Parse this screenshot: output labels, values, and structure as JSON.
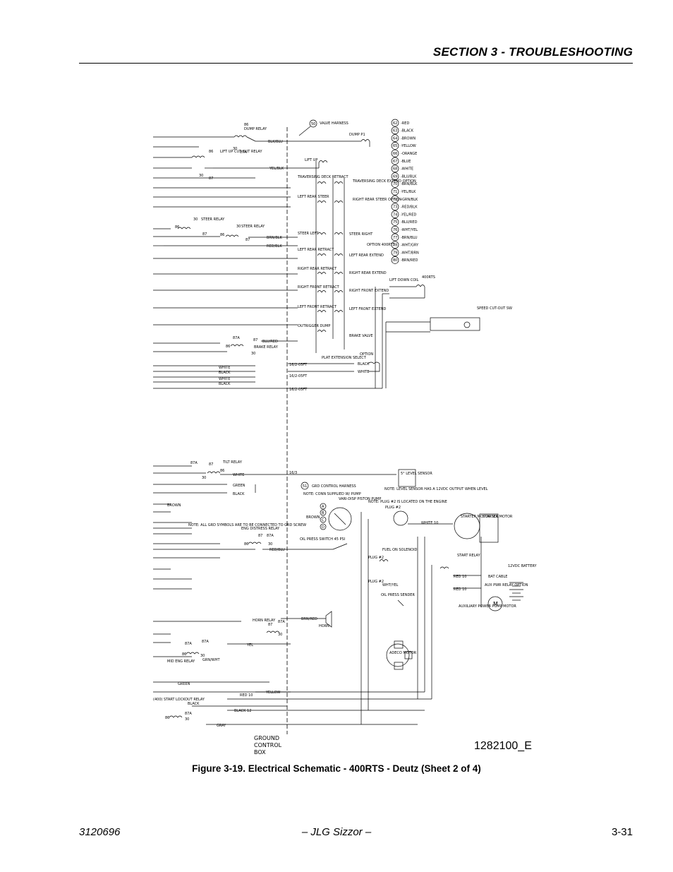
{
  "header": {
    "section_title": "SECTION 3 - TROUBLESHOOTING"
  },
  "schematic": {
    "drawing_number": "1282100_E",
    "ground_control_box": [
      "GROUND",
      "CONTROL",
      "BOX"
    ],
    "valve_harness": "VALVE HARNESS",
    "grd_control_harness": "GRD CONTROL HARNESS",
    "harness_50": "50",
    "harness_51": "51",
    "wire_numbers": [
      "62",
      "63",
      "64",
      "65",
      "66",
      "67",
      "68",
      "69",
      "70",
      "71",
      "72",
      "73",
      "74",
      "75",
      "76",
      "77",
      "78",
      "79",
      "80"
    ],
    "wire_colors": [
      "RED",
      "BLACK",
      "BROWN",
      "YELLOW",
      "ORANGE",
      "BLUE",
      "WHITE",
      "BLU/BLK",
      "BRN/BLK",
      "YEL/BLK",
      "GRN/BLK",
      "RED/BLK",
      "YEL/RED",
      "BLU/RED",
      "WHT/YEL",
      "BRN/BLU",
      "WHT/GRY",
      "WHT/BRN",
      "BRN/RED"
    ],
    "labels": {
      "dump_relay": "DUMP RELAY",
      "dump_p1": "DUMP P1",
      "lift_up_cutout_relay": "LIFT UP CUT-OUT RELAY",
      "lift_up": "LIFT UP",
      "traversing_deck_retract": "TRAVERSING DECK RETRACT",
      "traversing_deck_extend": "TRAVERSING DECK EXTEND OPTION",
      "left_rear_steer": "LEFT REAR STEER",
      "right_rear_steer": "RIGHT REAR STEER OPTION",
      "steer_relay_a": "STEER RELAY",
      "steer_relay_b": "STEER RELAY",
      "steer_left": "STEER LEFT",
      "steer_right": "STEER RIGHT",
      "option_400rts": "OPTION 400RTS",
      "left_rear_retract": "LEFT REAR RETRACT",
      "left_rear_extend": "LEFT REAR EXTEND",
      "right_rear_retract": "RIGHT REAR RETRACT",
      "right_rear_extend": "RIGHT REAR EXTEND",
      "right_front_retract": "RIGHT FRONT RETRACT",
      "right_front_extend": "RIGHT FRONT EXTEND",
      "left_front_retract": "LEFT FRONT RETRACT",
      "left_front_extend": "LEFT FRONT EXTEND",
      "outrigger_dump": "OUTRIGGER DUMP",
      "brake_valve": "BRAKE VALVE",
      "brake_relay": "BRAKE RELAY",
      "lift_down_coil": "LIFT DOWN COIL",
      "rts_400": "400RTS",
      "speed_cutout_sw": "SPEED CUT-OUT SW",
      "plat_extension_select": "PLAT EXTENSION SELECT",
      "option": "OPTION",
      "cable_1": "16/2-05FT",
      "cable_2": "16/2-05FT",
      "cable_3": "16/2-05FT",
      "tilt_relay": "TILT RELAY",
      "level_sensor": "5° LEVEL SENSOR",
      "cable_16_3": "16/3",
      "note_level_sensor": "NOTE: LEVEL SENSOR HAS A 12VDC OUTPUT WHEN LEVEL",
      "note_plug": "NOTE: PLUG #2 IS LOCATED ON THE ENGINE",
      "note_conn": "NOTE: CONN SUPPLIED W/ PUMP",
      "vari_disp": "VARI-DISP PISTON PUMP",
      "note_grd": "NOTE: ALL GRD SYMBOLS ARE TO BE CONNECTED TO GRD SCREW",
      "eng_distress_relay": "ENG DISTRESS RELAY",
      "oil_press_switch": "OIL PRESS SWITCH 45 PSI",
      "fuel_on_solenoid": "FUEL ON SOLENOID",
      "plug_2a": "PLUG #2",
      "plug_2b": "PLUG #2",
      "plug_2c": "PLUG #2",
      "oil_press_sender": "OIL PRESS SENDER",
      "starter_motor_sol": "STARTER MOTOR SOL",
      "starter_motor": "STARTER MOTOR",
      "start_relay": "START RELAY",
      "battery": "12VDC BATTERY",
      "bat_cable": "BAT CABLE",
      "aux_pwr_relay": "AUX PWR RELAY OPTION",
      "aux_pump_motor": "AUXILIARY POWER PUMP MOTOR",
      "horn_relay": "HORN RELAY",
      "horn": "HORN",
      "mid_eng_relay": "MID ENG RELAY",
      "adeco_motor": "ADECO MOTOR",
      "start_lockout_relay": "(400) START LOCKOUT RELAY"
    },
    "wire_labels": {
      "blk_blu": "BLK/BLU",
      "yel_blk": "YEL/BLK",
      "brn_blk": "BRN/BLK",
      "red_blk": "RED/BLK",
      "blu_red": "BLU/RED",
      "black": "BLACK",
      "white": "WHITE",
      "green": "GREEN",
      "brown": "BROWN",
      "red_blu": "RED/BLU",
      "brn_red": "BRN/RED",
      "grn_wht": "GRN/WHT",
      "wht_yel": "WHT/YEL",
      "yel": "YEL",
      "yellow": "YELLOW",
      "red_10": "RED 10",
      "white_10": "WHITE 10",
      "black_12": "BLACK 12",
      "gray": "GRAY"
    }
  },
  "caption": "Figure 3-19.  Electrical Schematic - 400RTS - Deutz (Sheet 2 of 4)",
  "footer": {
    "doc_number": "3120696",
    "center": "– JLG Sizzor –",
    "page": "3-31"
  }
}
